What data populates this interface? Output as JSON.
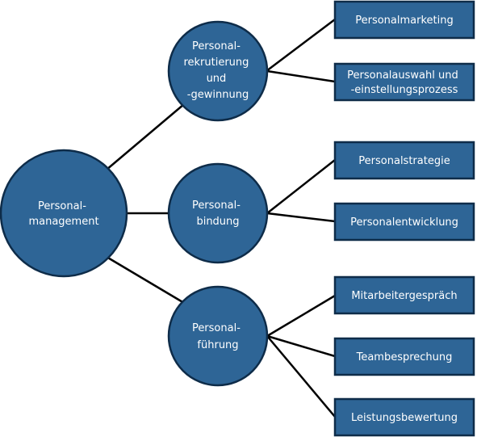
{
  "diagram": {
    "root": {
      "lines": [
        "Personal-",
        "management"
      ],
      "color": "#2e6596"
    },
    "branches": [
      {
        "lines": [
          "Personal-",
          "rekrutierung",
          "und",
          "-gewinnung"
        ],
        "leaves": [
          {
            "lines": [
              "Personalmarketing"
            ]
          },
          {
            "lines": [
              "Personalauswahl und",
              "-einstellungsprozess"
            ]
          }
        ]
      },
      {
        "lines": [
          "Personal-",
          "bindung"
        ],
        "leaves": [
          {
            "lines": [
              "Personalstrategie"
            ]
          },
          {
            "lines": [
              "Personalentwicklung"
            ]
          }
        ]
      },
      {
        "lines": [
          "Personal-",
          "führung"
        ],
        "leaves": [
          {
            "lines": [
              "Mitarbeitergespräch"
            ]
          },
          {
            "lines": [
              "Teambesprechung"
            ]
          },
          {
            "lines": [
              "Leistungsbewertung"
            ]
          }
        ]
      }
    ],
    "colors": {
      "node_fill": "#2e6596",
      "node_border": "#0e2c49",
      "edge": "#000000",
      "text": "#ffffff"
    }
  }
}
